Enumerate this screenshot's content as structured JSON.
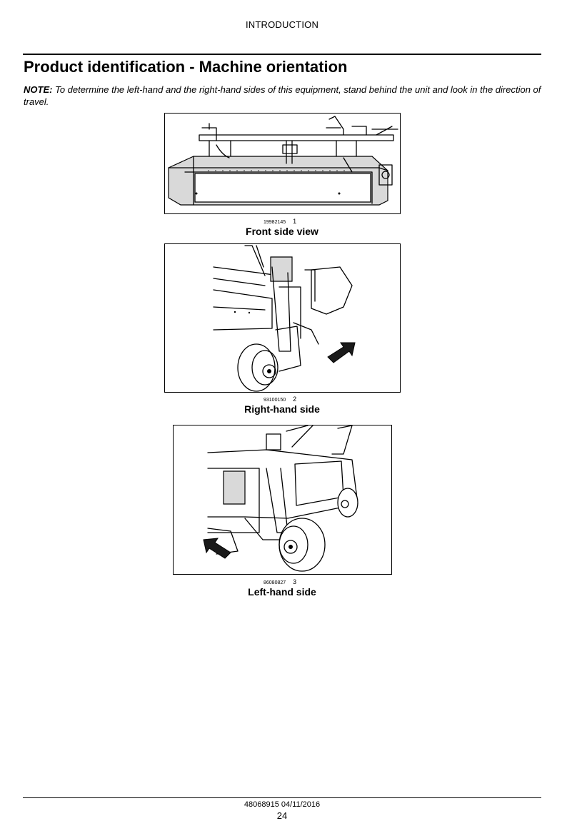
{
  "header": {
    "section": "INTRODUCTION"
  },
  "title": "Product identification - Machine orientation",
  "note": {
    "label": "NOTE:",
    "text": "To determine the left-hand and the right-hand sides of this equipment, stand behind the unit and look in the direction of travel."
  },
  "figures": [
    {
      "ref": "19982145",
      "number": "1",
      "caption": "Front side view"
    },
    {
      "ref": "93100150",
      "number": "2",
      "caption": "Right-hand side"
    },
    {
      "ref": "86080827",
      "number": "3",
      "caption": "Left-hand side"
    }
  ],
  "footer": {
    "doc": "48068915 04/11/2016",
    "page": "24"
  }
}
